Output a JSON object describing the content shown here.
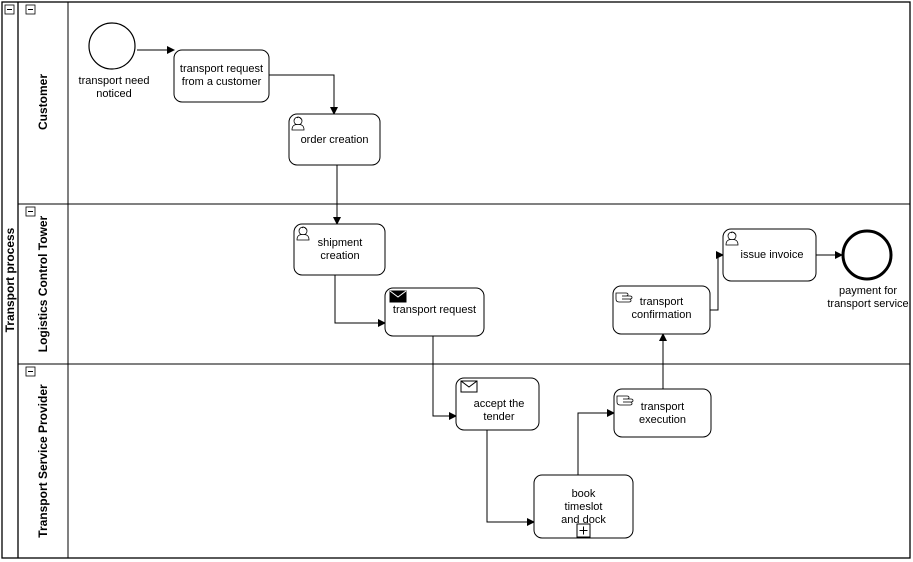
{
  "pool": {
    "title": "Transport process"
  },
  "lanes": [
    {
      "name": "Customer"
    },
    {
      "name": "Logistics Control Tower"
    },
    {
      "name": "Transport Service Provider"
    }
  ],
  "events": {
    "start": {
      "label": "transport need\nnoticed"
    },
    "end": {
      "label": "payment for\ntransport service"
    }
  },
  "tasks": {
    "transport_request_customer": {
      "label": "transport request\nfrom a customer"
    },
    "order_creation": {
      "label": "order creation"
    },
    "shipment_creation": {
      "label": "shipment\ncreation"
    },
    "transport_request": {
      "label": "transport request"
    },
    "accept_tender": {
      "label": "accept the\ntender"
    },
    "book_timeslot": {
      "label": "book\ntimeslot\nand dock"
    },
    "transport_execution": {
      "label": "transport\nexecution"
    },
    "transport_confirmation": {
      "label": "transport\nconfirmation"
    },
    "issue_invoice": {
      "label": "issue invoice"
    }
  },
  "icons": {
    "user_task": "user-icon",
    "send_task": "envelope-filled-icon",
    "receive_task": "envelope-outline-icon",
    "manual_task": "hand-icon",
    "subprocess": "plus-marker-icon",
    "collapse": "minus-box-icon"
  }
}
